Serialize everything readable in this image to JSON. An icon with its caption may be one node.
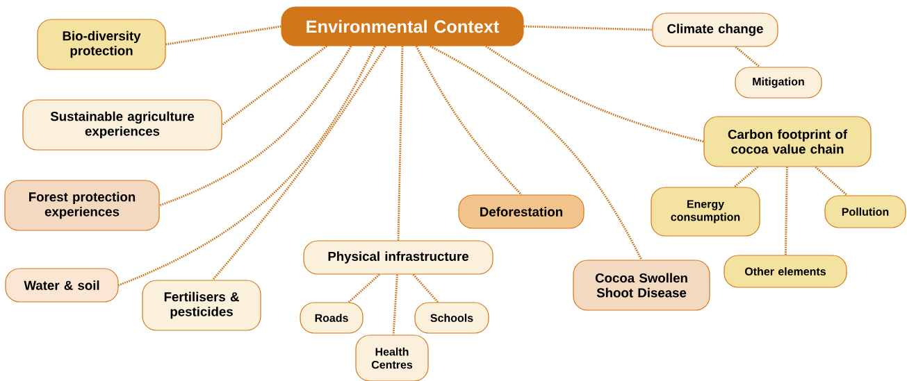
{
  "diagram": {
    "nodes": [
      {
        "text": [
          "Environmental Context"
        ]
      },
      {
        "text": [
          "Bio-diversity protection"
        ]
      },
      {
        "text": [
          "Sustainable agriculture experiences"
        ]
      },
      {
        "text": [
          "Forest protection experiences"
        ]
      },
      {
        "text": [
          "Water & soil"
        ]
      },
      {
        "text": [
          "Fertilisers & pesticides"
        ]
      },
      {
        "text": [
          "Physical infrastructure"
        ]
      },
      {
        "text": [
          "Roads"
        ]
      },
      {
        "text": [
          "Health Centres"
        ]
      },
      {
        "text": [
          "Schools"
        ]
      },
      {
        "text": [
          "Deforestation"
        ]
      },
      {
        "text": [
          "Cocoa Swollen Shoot Disease"
        ]
      },
      {
        "text": [
          "Climate change"
        ]
      },
      {
        "text": [
          "Mitigation"
        ]
      },
      {
        "text": [
          "Carbon footprint of cocoa value chain"
        ]
      },
      {
        "text": [
          "Energy consumption"
        ]
      },
      {
        "text": [
          "Pollution"
        ]
      },
      {
        "text": [
          "Other elements"
        ]
      }
    ],
    "edges": [
      {
        "from": 0,
        "to": 1,
        "arrow": "none"
      },
      {
        "from": 0,
        "to": 2,
        "arrow": "none"
      },
      {
        "from": 0,
        "to": 3,
        "arrow": "none"
      },
      {
        "from": 0,
        "to": 4,
        "arrow": "none"
      },
      {
        "from": 0,
        "to": 5,
        "arrow": "none"
      },
      {
        "from": 0,
        "to": 6,
        "arrow": "none"
      },
      {
        "from": 6,
        "to": 7,
        "arrow": "none"
      },
      {
        "from": 6,
        "to": 8,
        "arrow": "none"
      },
      {
        "from": 6,
        "to": 9,
        "arrow": "none"
      },
      {
        "from": 0,
        "to": 10,
        "arrow": "none"
      },
      {
        "from": 0,
        "to": 11,
        "arrow": "none"
      },
      {
        "from": 0,
        "to": 12,
        "arrow": "none"
      },
      {
        "from": 12,
        "to": 13,
        "arrow": "none"
      },
      {
        "from": 0,
        "to": 14,
        "arrow": "none"
      },
      {
        "from": 14,
        "to": 15,
        "arrow": "none"
      },
      {
        "from": 14,
        "to": 16,
        "arrow": "none"
      },
      {
        "from": 14,
        "to": 17,
        "arrow": "none"
      }
    ]
  }
}
